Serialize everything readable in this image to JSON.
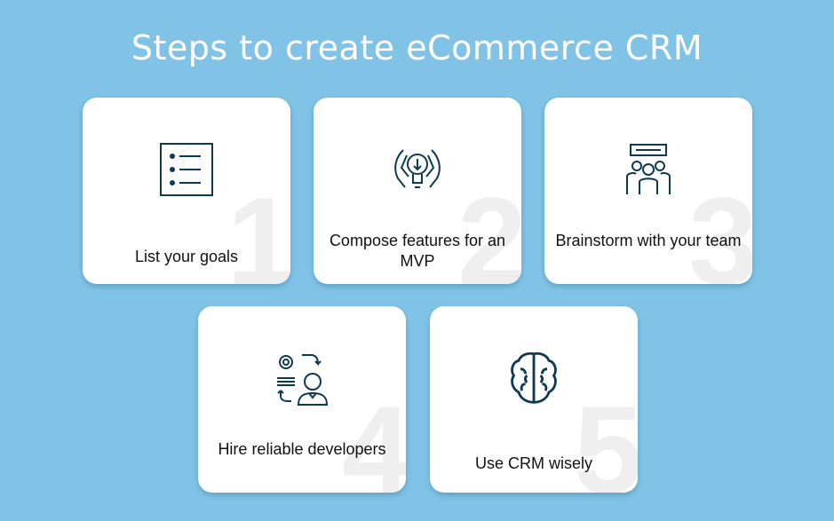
{
  "title": "Steps to create eCommerce CRM",
  "colors": {
    "background": "#80c3e6",
    "icon": "#0e3a4f",
    "number": "#efefef"
  },
  "steps": [
    {
      "number": "1",
      "label": "List your goals",
      "icon": "star-list-icon"
    },
    {
      "number": "2",
      "label": "Compose features for an MVP",
      "icon": "lightbulb-hands-icon"
    },
    {
      "number": "3",
      "label": "Brainstorm with your team",
      "icon": "team-brainstorm-icon"
    },
    {
      "number": "4",
      "label": "Hire reliable developers",
      "icon": "developer-hire-icon"
    },
    {
      "number": "5",
      "label": "Use CRM wisely",
      "icon": "brain-icon"
    }
  ]
}
